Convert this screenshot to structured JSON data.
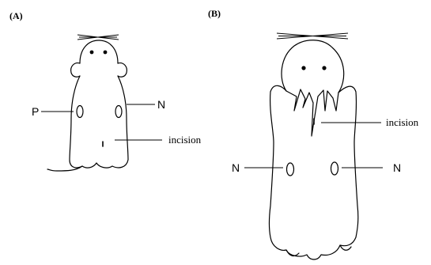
{
  "panels": {
    "a": {
      "label": "(A)",
      "pointers": {
        "left": "P",
        "right": "N",
        "incision": "incision"
      }
    },
    "b": {
      "label": "(B)",
      "pointers": {
        "incision": "incision",
        "left": "N",
        "right": "N"
      }
    }
  }
}
